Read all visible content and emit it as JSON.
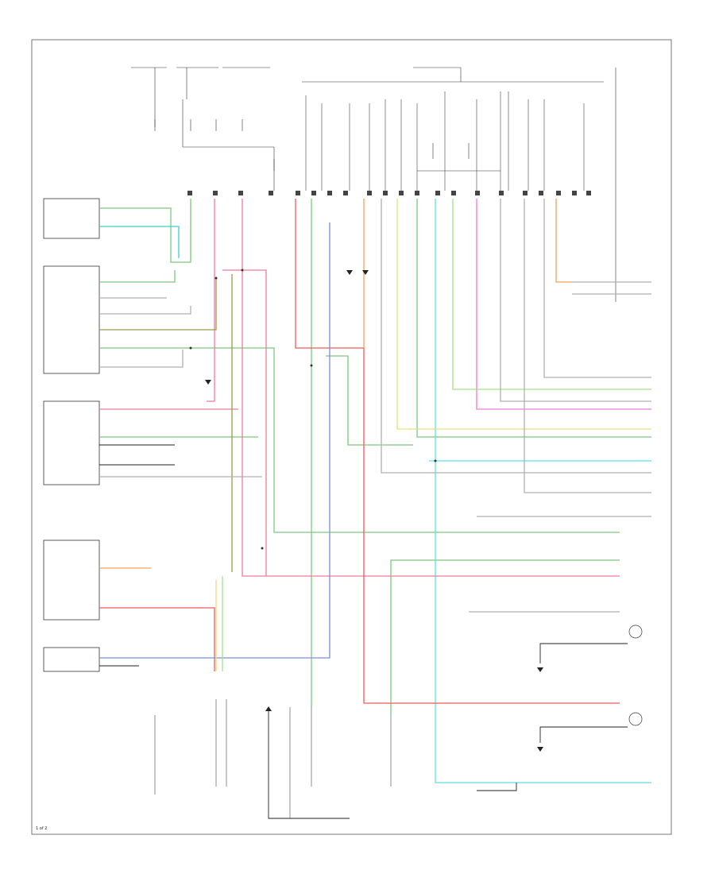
{
  "diagram": {
    "footer_label": "1 of 2",
    "components": [
      {
        "id": "left_module_top",
        "name": ""
      },
      {
        "id": "stop_lamp_switch",
        "name": ""
      },
      {
        "id": "front_control_module",
        "name": ""
      },
      {
        "id": "cluster",
        "name": ""
      },
      {
        "id": "hazard_switch",
        "name": ""
      }
    ],
    "colors": {
      "wire_green": "#7dc87d",
      "wire_teal": "#3fd0c8",
      "wire_pink": "#f07a9a",
      "wire_orange": "#f5a25a",
      "wire_blue": "#7a8fd8",
      "wire_yellow": "#e8e07a",
      "wire_olive": "#9a9a4a",
      "wire_magenta": "#f07ad8",
      "wire_gray": "#b0b0b0",
      "wire_lightgreen": "#a8e08a",
      "wire_cyan": "#5ae0e8",
      "wire_red": "#f05a5a",
      "line_dark": "#333333",
      "background": "#ffffff"
    }
  }
}
